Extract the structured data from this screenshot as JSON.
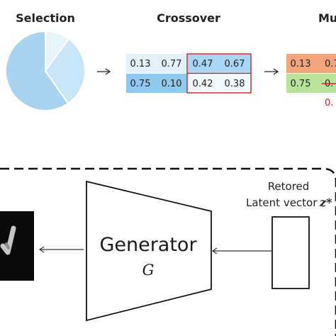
{
  "top": {
    "selection_title": "Selection",
    "crossover_title": "Crossover",
    "mutation_title": "Mu",
    "pie_colors": [
      "#a8d4f2",
      "#c8e6f8",
      "#e6f4fc"
    ],
    "crossover_rows": [
      [
        "0.13",
        "0.77",
        "0.47",
        "0.67"
      ],
      [
        "0.75",
        "0.10",
        "0.42",
        "0.38"
      ]
    ],
    "mutation_rows": [
      [
        "0.13",
        "0.7"
      ],
      [
        "0.75",
        "0."
      ]
    ],
    "mutation_new_value": "0.",
    "arrow_symbol": "→"
  },
  "bottom": {
    "generator_label": "Generator",
    "generator_symbol": "G",
    "latent_line1": "Retored",
    "latent_line2": "Latent vector",
    "latent_symbol": "z*"
  },
  "colors": {
    "row1_light": "#e3f1fb",
    "row1_blue": "#a9d6f4",
    "row2_blue": "#8fc9ee",
    "row2_light": "#f2f9fe",
    "red_border": "#cc2222",
    "mut_orange": "#f2a57a",
    "mut_green": "#b9e39a",
    "ink": "#222222"
  }
}
